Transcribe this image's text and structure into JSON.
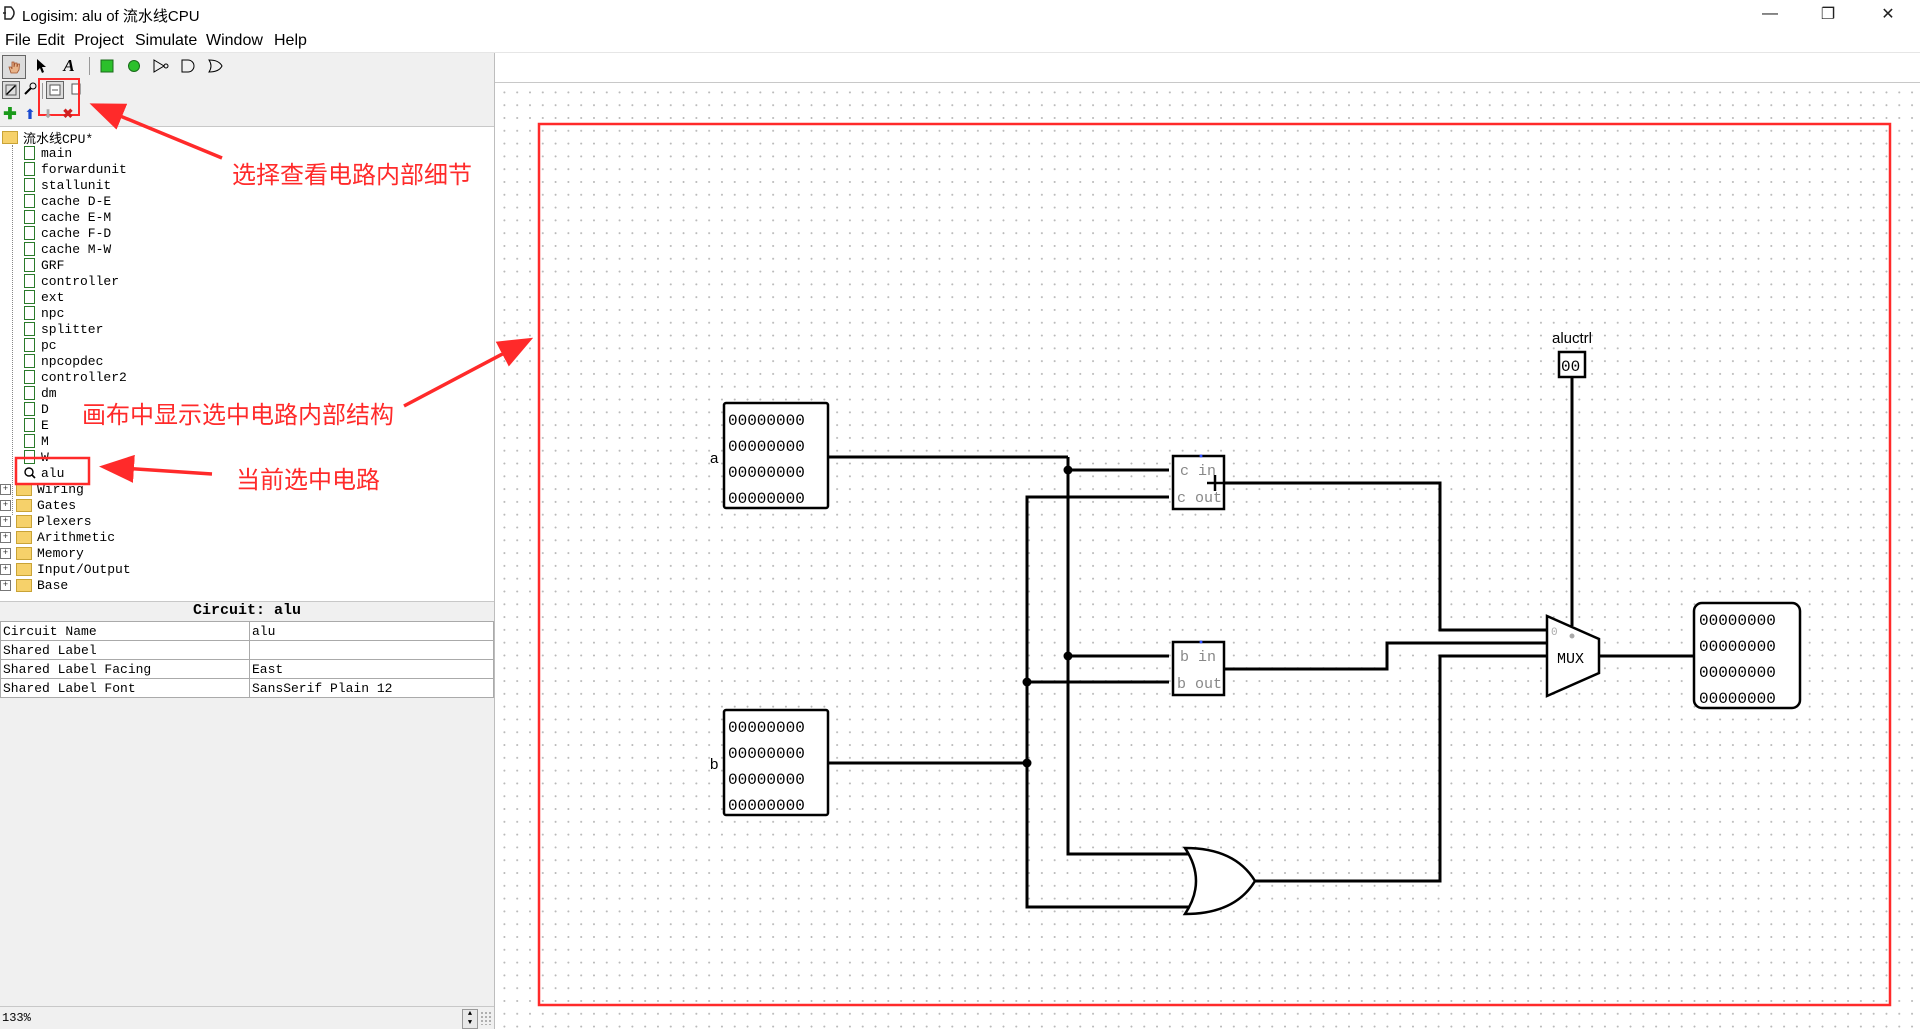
{
  "window": {
    "title": "Logisim: alu of 流水线CPU",
    "minimize": "—",
    "restore": "❐",
    "close": "✕"
  },
  "menu": [
    "File",
    "Edit",
    "Project",
    "Simulate",
    "Window",
    "Help"
  ],
  "explorer": {
    "root": "流水线CPU*",
    "circuits": [
      "main",
      "forwardunit",
      "stallunit",
      "cache D-E",
      "cache E-M",
      "cache F-D",
      "cache M-W",
      "GRF",
      "controller",
      "ext",
      "npc",
      "splitter",
      "pc",
      "npcopdec",
      "controller2",
      "dm",
      "D",
      "E",
      "M",
      "W",
      "alu"
    ],
    "selected": "alu",
    "libraries": [
      "Wiring",
      "Gates",
      "Plexers",
      "Arithmetic",
      "Memory",
      "Input/Output",
      "Base"
    ]
  },
  "attributes": {
    "title": "Circuit: alu",
    "rows": [
      {
        "name": "Circuit Name",
        "value": "alu"
      },
      {
        "name": "Shared Label",
        "value": ""
      },
      {
        "name": "Shared Label Facing",
        "value": "East"
      },
      {
        "name": "Shared Label Font",
        "value": "SansSerif Plain 12"
      }
    ]
  },
  "status": {
    "zoom": "133%"
  },
  "circuit": {
    "input_a_label": "a",
    "input_b_label": "b",
    "aluctrl_label": "aluctrl",
    "aluctrl_value": "00",
    "bits_row": "00000000",
    "sub1_in": "c in",
    "sub1_out": "c out",
    "sub2_in": "b in",
    "sub2_out": "b out",
    "mux_label": "MUX",
    "mux_sel0": "0"
  },
  "annotations": {
    "view_detail": "选择查看电路内部细节",
    "canvas_show": "画布中显示选中电路内部结构",
    "current": "当前选中电路"
  },
  "colors": {
    "annotation": "#ff2a2a",
    "wire": "#000000",
    "circuit_icon": "#2a7a2a",
    "folder": "#f6d16a"
  }
}
